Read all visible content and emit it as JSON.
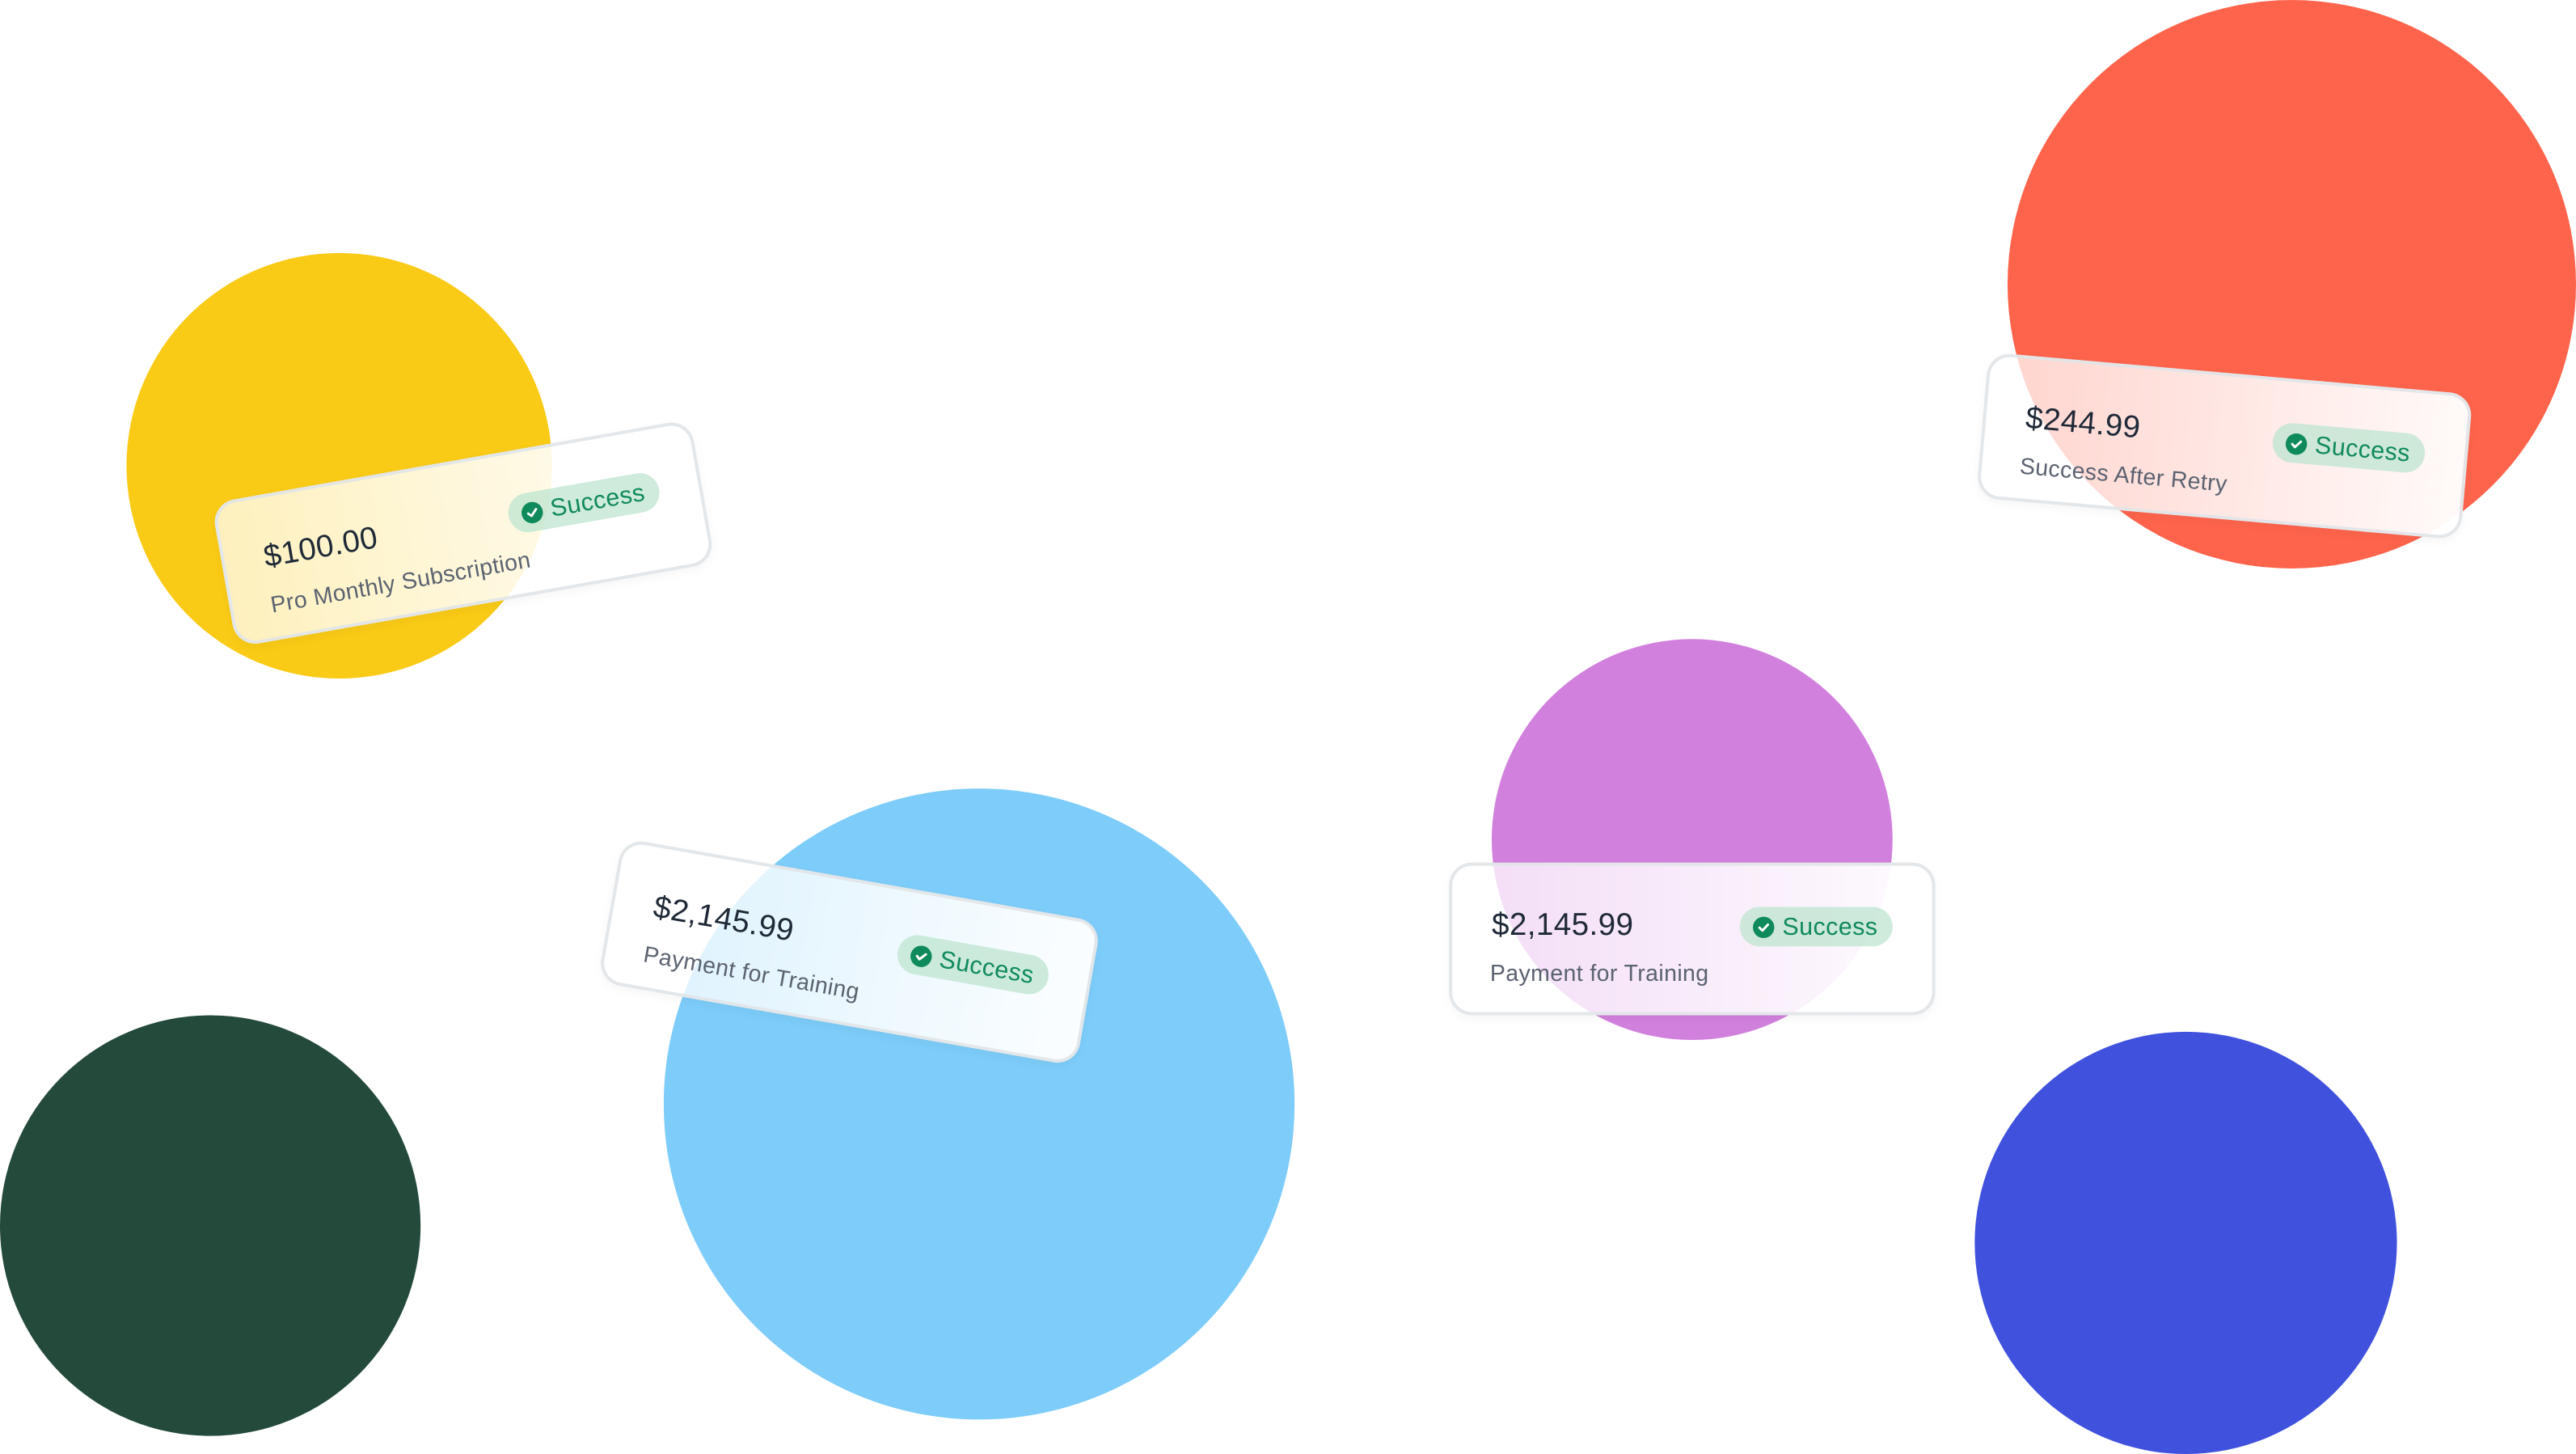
{
  "colors": {
    "yellow_circle": "#F9CA16",
    "red_circle": "#FE644C",
    "purple_circle": "#D280DE",
    "blue_circle": "#7DCCF9",
    "green_circle": "#244A3B",
    "indigo_circle": "#3F51DD",
    "success_text": "#0F8A5A",
    "success_bg": "#CDEBDB"
  },
  "payments": [
    {
      "amount": "$100.00",
      "description": "Pro Monthly Subscription",
      "status": "Success",
      "status_icon": "check-circle-icon"
    },
    {
      "amount": "$244.99",
      "description": "Success After Retry",
      "status": "Success",
      "status_icon": "check-circle-icon"
    },
    {
      "amount": "$2,145.99",
      "description": "Payment for Training",
      "status": "Success",
      "status_icon": "check-circle-icon"
    },
    {
      "amount": "$2,145.99",
      "description": "Payment for Training",
      "status": "Success",
      "status_icon": "check-circle-icon"
    }
  ]
}
